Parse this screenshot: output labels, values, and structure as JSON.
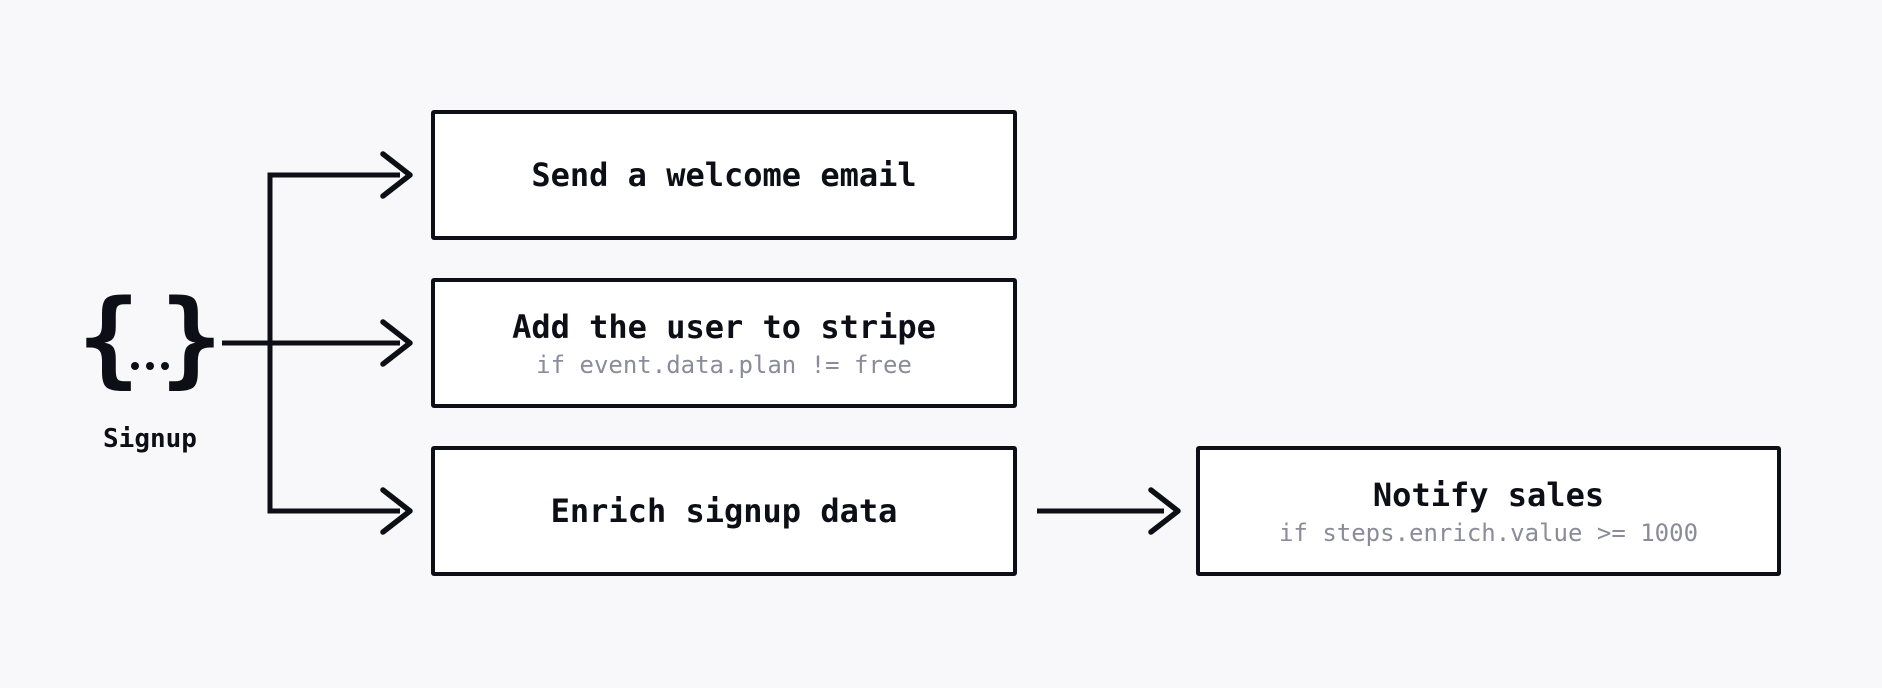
{
  "colors": {
    "ink": "#0e0e16",
    "bg": "#f8f8fb",
    "box-fill": "#ffffff",
    "muted": "#8b8b9a"
  },
  "trigger": {
    "icon": {
      "name": "curly-braces-ellipsis-icon",
      "glyph": "{...}",
      "left": "{",
      "right": "}"
    },
    "label": "Signup"
  },
  "steps": [
    {
      "title": "Send a welcome email"
    },
    {
      "title": "Add the user to stripe",
      "subtitle": "if event.data.plan != free"
    },
    {
      "title": "Enrich signup data"
    },
    {
      "title": "Notify sales",
      "subtitle": "if steps.enrich.value >= 1000"
    }
  ],
  "edges": [
    {
      "from": "Signup",
      "to": "Send a welcome email"
    },
    {
      "from": "Signup",
      "to": "Add the user to stripe"
    },
    {
      "from": "Signup",
      "to": "Enrich signup data"
    },
    {
      "from": "Enrich signup data",
      "to": "Notify sales"
    }
  ]
}
